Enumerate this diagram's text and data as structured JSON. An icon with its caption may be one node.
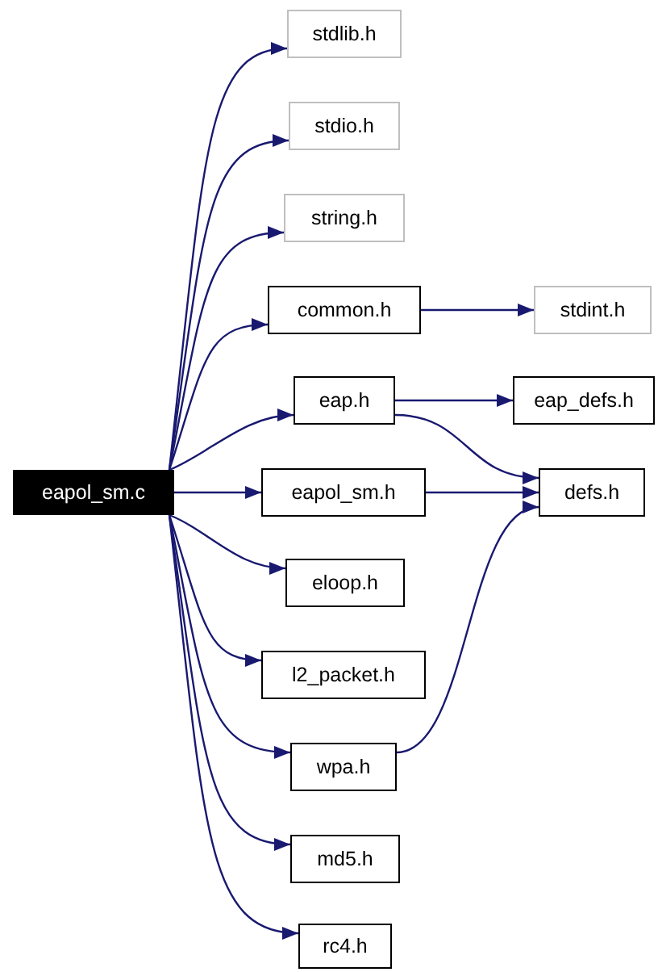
{
  "diagram": {
    "nodes": [
      {
        "text": [
          "eapol_sm.c"
        ]
      },
      {
        "text": [
          "stdlib.h"
        ]
      },
      {
        "text": [
          "stdio.h"
        ]
      },
      {
        "text": [
          "string.h"
        ]
      },
      {
        "text": [
          "common.h"
        ]
      },
      {
        "text": [
          "stdint.h"
        ]
      },
      {
        "text": [
          "eap.h"
        ]
      },
      {
        "text": [
          "eap_defs.h"
        ]
      },
      {
        "text": [
          "eapol_sm.h"
        ]
      },
      {
        "text": [
          "defs.h"
        ]
      },
      {
        "text": [
          "eloop.h"
        ]
      },
      {
        "text": [
          "l2_packet.h"
        ]
      },
      {
        "text": [
          "wpa.h"
        ]
      },
      {
        "text": [
          "md5.h"
        ]
      },
      {
        "text": [
          "rc4.h"
        ]
      }
    ],
    "edges": [
      {
        "from": 0,
        "to": 1,
        "arrow": "to"
      },
      {
        "from": 0,
        "to": 2,
        "arrow": "to"
      },
      {
        "from": 0,
        "to": 3,
        "arrow": "to"
      },
      {
        "from": 0,
        "to": 4,
        "arrow": "to"
      },
      {
        "from": 4,
        "to": 5,
        "arrow": "to"
      },
      {
        "from": 0,
        "to": 6,
        "arrow": "to"
      },
      {
        "from": 6,
        "to": 7,
        "arrow": "to"
      },
      {
        "from": 6,
        "to": 9,
        "arrow": "to"
      },
      {
        "from": 0,
        "to": 8,
        "arrow": "to"
      },
      {
        "from": 8,
        "to": 9,
        "arrow": "to"
      },
      {
        "from": 0,
        "to": 10,
        "arrow": "to"
      },
      {
        "from": 0,
        "to": 11,
        "arrow": "to"
      },
      {
        "from": 0,
        "to": 12,
        "arrow": "to"
      },
      {
        "from": 12,
        "to": 9,
        "arrow": "to"
      },
      {
        "from": 0,
        "to": 13,
        "arrow": "to"
      },
      {
        "from": 0,
        "to": 14,
        "arrow": "to"
      }
    ]
  }
}
